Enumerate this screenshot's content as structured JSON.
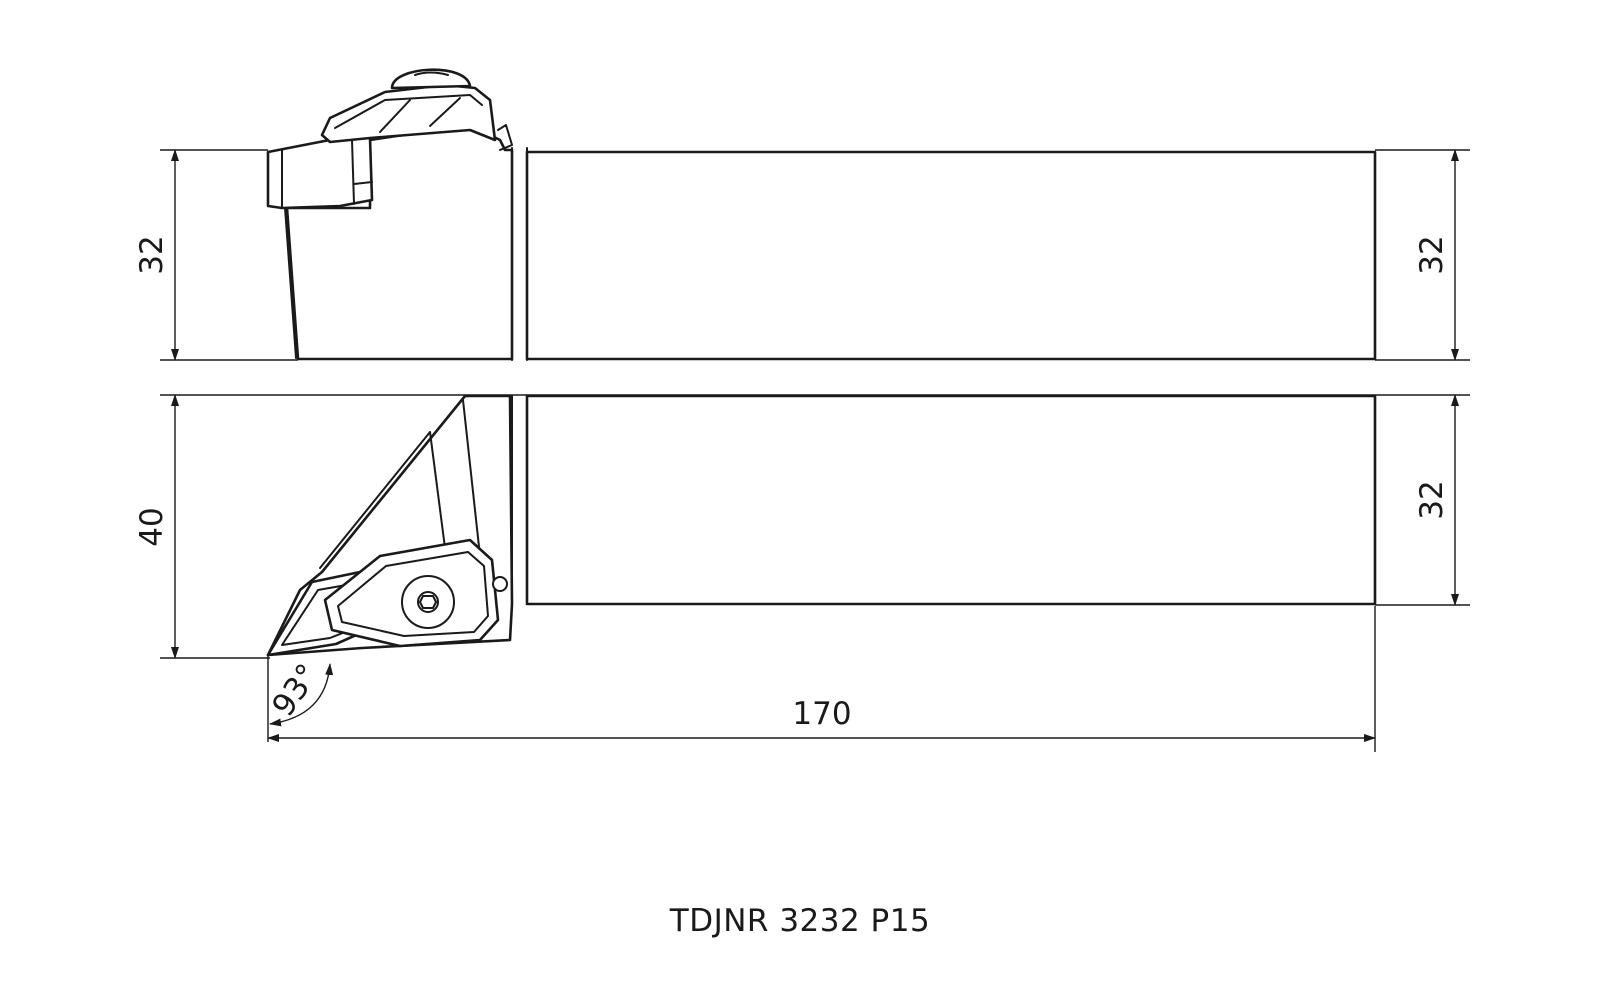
{
  "dimensions": {
    "top_left_height": "32",
    "top_right_height": "32",
    "bottom_left_height": "40",
    "bottom_right_height": "32",
    "total_length": "170",
    "approach_angle": "93°"
  },
  "part_code": "TDJNR 3232 P15"
}
